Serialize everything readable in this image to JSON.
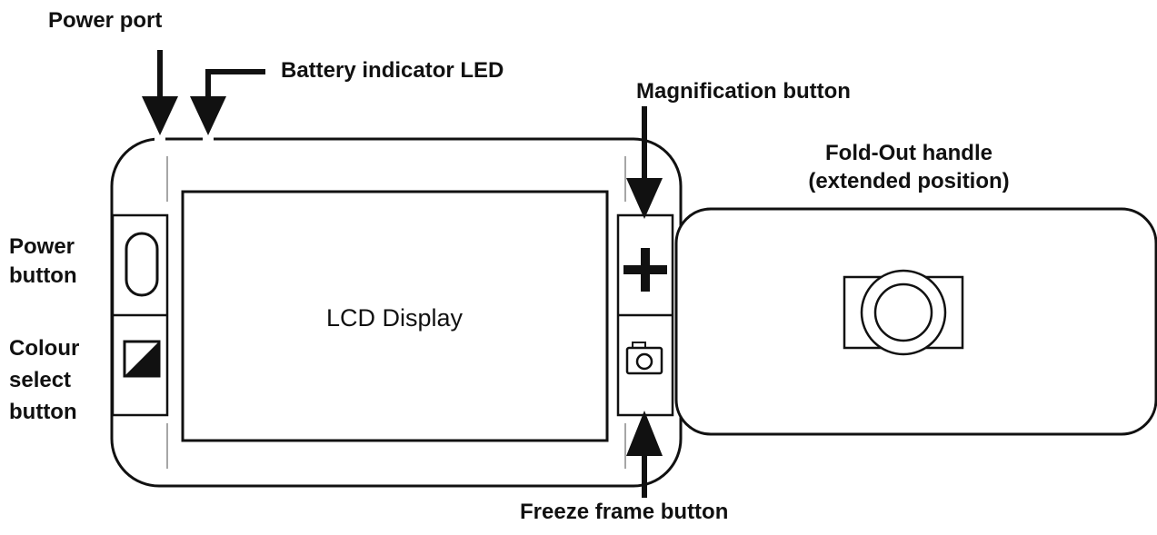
{
  "labels": {
    "power_port": "Power port",
    "battery_indicator_led": "Battery indicator LED",
    "magnification_button": "Magnification button",
    "fold_out_handle_line1": "Fold-Out handle",
    "fold_out_handle_line2": "(extended position)",
    "power_button_line1": "Power",
    "power_button_line2": "button",
    "colour_select_line1": "Colour",
    "colour_select_line2": "select",
    "colour_select_line3": "button",
    "lcd_display": "LCD Display",
    "freeze_frame_button": "Freeze frame button"
  },
  "icons": {
    "power_button": "pill-outline-icon",
    "colour_select": "half-filled-square-icon",
    "magnification": "plus-icon",
    "freeze_frame": "camera-icon",
    "handle_camera": "camera-lens-icon"
  },
  "colors": {
    "ink": "#111111",
    "background": "#ffffff"
  }
}
